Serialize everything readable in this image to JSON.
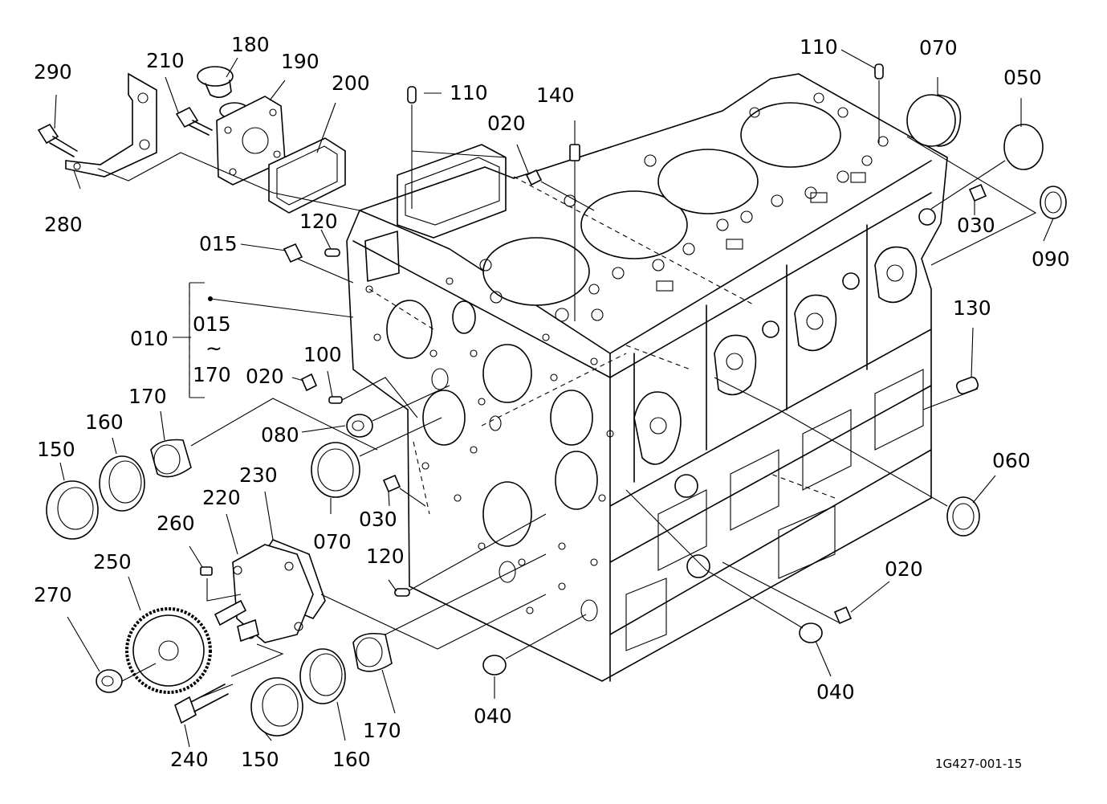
{
  "diagram": {
    "drawing_code": "1G427-001-15",
    "labels": [
      {
        "id": "l290",
        "text": "290"
      },
      {
        "id": "l210",
        "text": "210"
      },
      {
        "id": "l180",
        "text": "180"
      },
      {
        "id": "l190",
        "text": "190"
      },
      {
        "id": "l200",
        "text": "200"
      },
      {
        "id": "l280",
        "text": "280"
      },
      {
        "id": "l110a",
        "text": "110"
      },
      {
        "id": "l140",
        "text": "140"
      },
      {
        "id": "l020a",
        "text": "020"
      },
      {
        "id": "l110b",
        "text": "110"
      },
      {
        "id": "l070a",
        "text": "070"
      },
      {
        "id": "l050",
        "text": "050"
      },
      {
        "id": "l030a",
        "text": "030"
      },
      {
        "id": "l090",
        "text": "090"
      },
      {
        "id": "l120a",
        "text": "120"
      },
      {
        "id": "l015a",
        "text": "015"
      },
      {
        "id": "l010",
        "text": "010"
      },
      {
        "id": "l015b",
        "text": "015"
      },
      {
        "id": "ltilde",
        "text": "~"
      },
      {
        "id": "l170a",
        "text": "170"
      },
      {
        "id": "l100",
        "text": "100"
      },
      {
        "id": "l020b",
        "text": "020"
      },
      {
        "id": "l130",
        "text": "130"
      },
      {
        "id": "l170b",
        "text": "170"
      },
      {
        "id": "l160a",
        "text": "160"
      },
      {
        "id": "l150a",
        "text": "150"
      },
      {
        "id": "l080",
        "text": "080"
      },
      {
        "id": "l060",
        "text": "060"
      },
      {
        "id": "l230",
        "text": "230"
      },
      {
        "id": "l220",
        "text": "220"
      },
      {
        "id": "l260",
        "text": "260"
      },
      {
        "id": "l070b",
        "text": "070"
      },
      {
        "id": "l030b",
        "text": "030"
      },
      {
        "id": "l250",
        "text": "250"
      },
      {
        "id": "l120b",
        "text": "120"
      },
      {
        "id": "l020c",
        "text": "020"
      },
      {
        "id": "l270",
        "text": "270"
      },
      {
        "id": "l040a",
        "text": "040"
      },
      {
        "id": "l170c",
        "text": "170"
      },
      {
        "id": "l040b",
        "text": "040"
      },
      {
        "id": "l240",
        "text": "240"
      },
      {
        "id": "l150b",
        "text": "150"
      },
      {
        "id": "l160b",
        "text": "160"
      }
    ]
  }
}
